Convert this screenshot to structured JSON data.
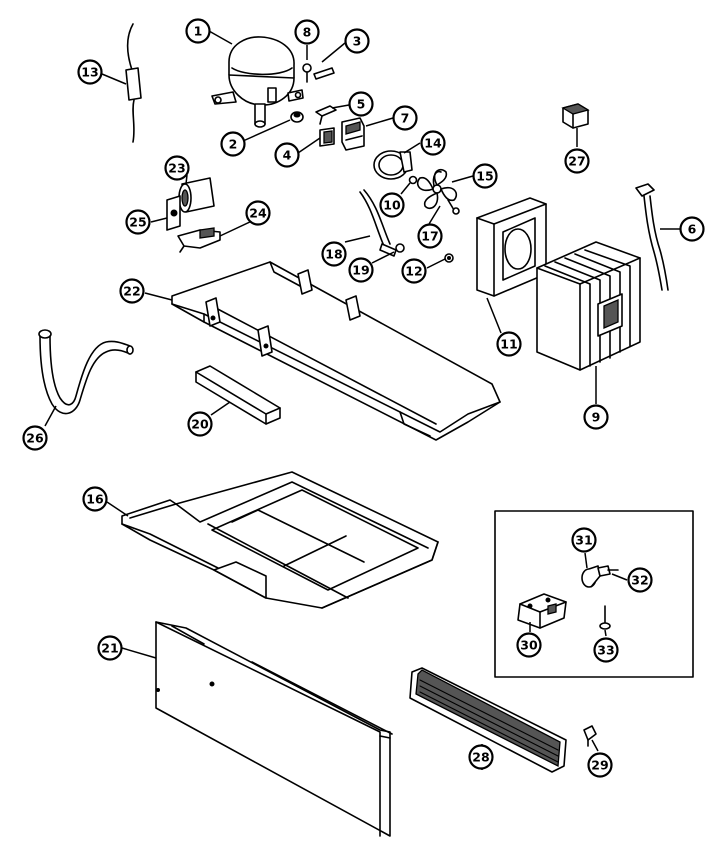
{
  "diagram": {
    "colors": {
      "line": "#000000",
      "background": "#ffffff",
      "shade": "#555555"
    },
    "callouts": [
      {
        "id": "c1",
        "label": "1"
      },
      {
        "id": "c2",
        "label": "2"
      },
      {
        "id": "c3",
        "label": "3"
      },
      {
        "id": "c4",
        "label": "4"
      },
      {
        "id": "c5",
        "label": "5"
      },
      {
        "id": "c6",
        "label": "6"
      },
      {
        "id": "c7",
        "label": "7"
      },
      {
        "id": "c8",
        "label": "8"
      },
      {
        "id": "c9",
        "label": "9"
      },
      {
        "id": "c10",
        "label": "10"
      },
      {
        "id": "c11",
        "label": "11"
      },
      {
        "id": "c12",
        "label": "12"
      },
      {
        "id": "c13",
        "label": "13"
      },
      {
        "id": "c14",
        "label": "14"
      },
      {
        "id": "c15",
        "label": "15"
      },
      {
        "id": "c16",
        "label": "16"
      },
      {
        "id": "c17",
        "label": "17"
      },
      {
        "id": "c18",
        "label": "18"
      },
      {
        "id": "c19",
        "label": "19"
      },
      {
        "id": "c20",
        "label": "20"
      },
      {
        "id": "c21",
        "label": "21"
      },
      {
        "id": "c22",
        "label": "22"
      },
      {
        "id": "c23",
        "label": "23"
      },
      {
        "id": "c24",
        "label": "24"
      },
      {
        "id": "c25",
        "label": "25"
      },
      {
        "id": "c26",
        "label": "26"
      },
      {
        "id": "c27",
        "label": "27"
      },
      {
        "id": "c28",
        "label": "28"
      },
      {
        "id": "c29",
        "label": "29"
      },
      {
        "id": "c30",
        "label": "30"
      },
      {
        "id": "c31",
        "label": "31"
      },
      {
        "id": "c32",
        "label": "32"
      },
      {
        "id": "c33",
        "label": "33"
      }
    ]
  }
}
